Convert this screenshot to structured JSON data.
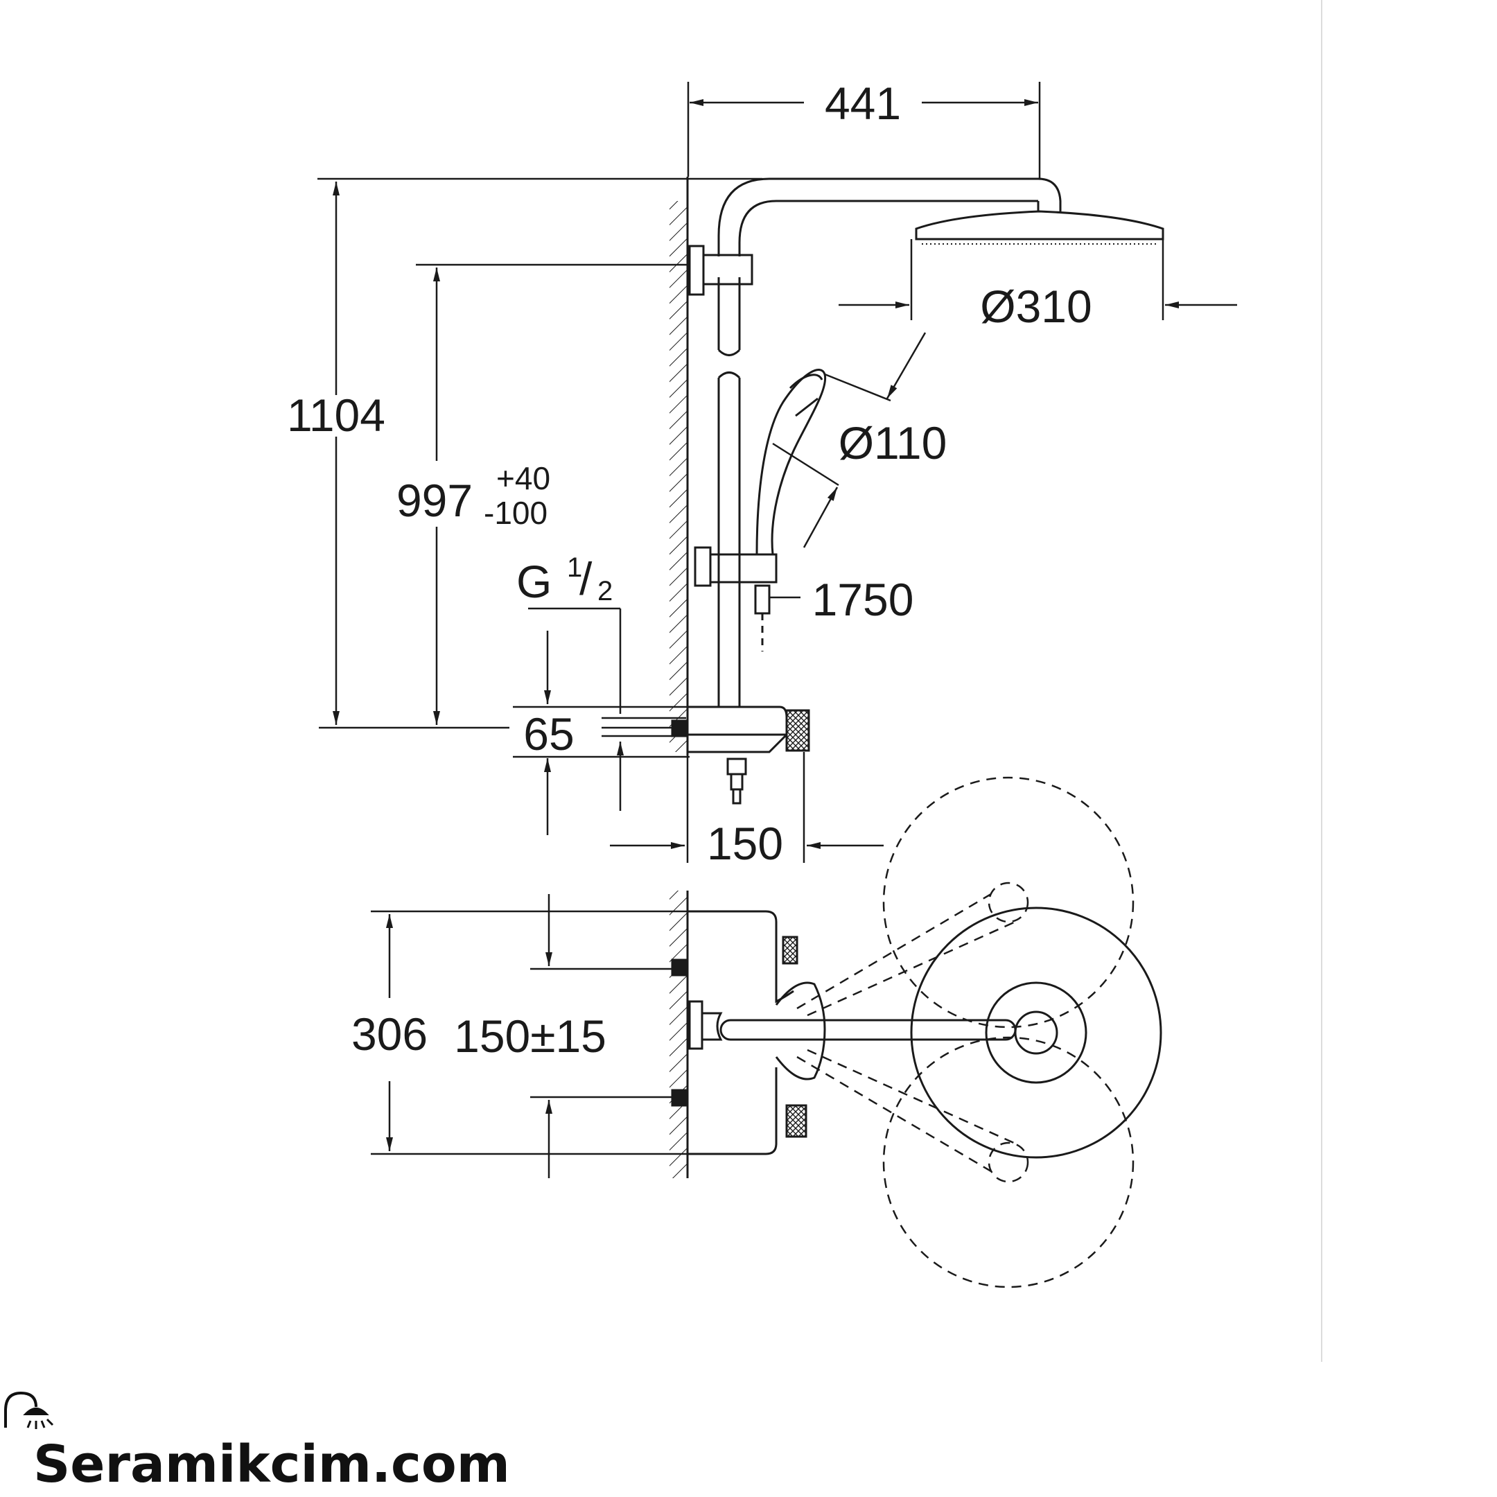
{
  "dimensions": {
    "width_top": "441",
    "total_height": "1104",
    "shower_head_diameter": "Ø310",
    "hand_shower_diameter": "Ø110",
    "rail_height": "997",
    "rail_tol_plus": "+40",
    "rail_tol_minus": "-100",
    "thread_g": "G",
    "thread_num": "1",
    "thread_den": "2",
    "hose_length": "1750",
    "thermostat_height": "65",
    "wall_projection": "150",
    "body_width": "306",
    "inlet_distance": "150±15"
  },
  "brand": {
    "name": "Seramikcim.com"
  },
  "colors": {
    "line": "#1a1a1a",
    "background": "#ffffff"
  },
  "icons": [
    "shower-icon"
  ]
}
